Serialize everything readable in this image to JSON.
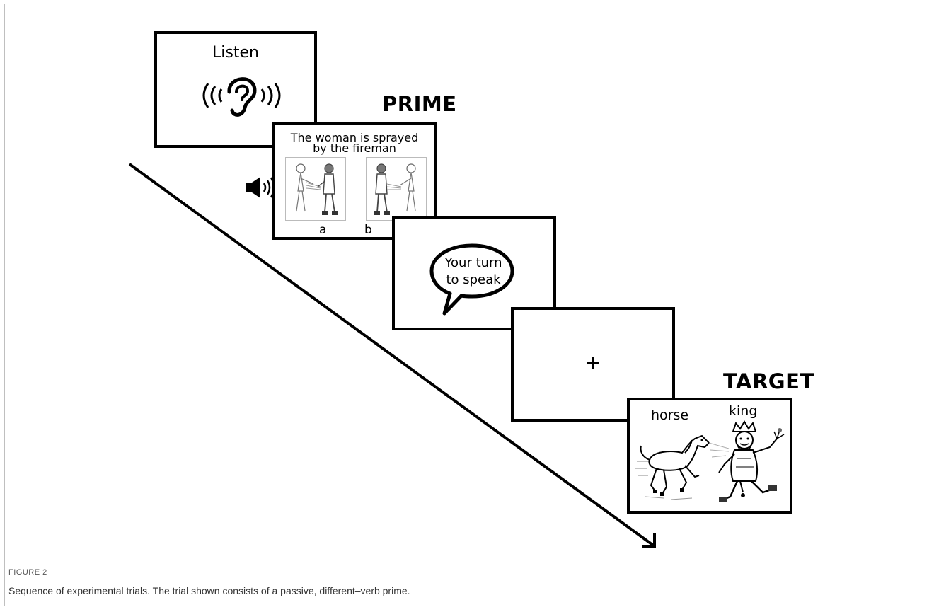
{
  "figure": {
    "label": "FIGURE 2",
    "caption": "Sequence of experimental trials. The trial shown consists of a passive, different–verb prime."
  },
  "listen_panel": {
    "text": "Listen",
    "icon": "ear-sound-icon"
  },
  "prime_panel": {
    "stage_label": "PRIME",
    "sentence_line1": "The woman is sprayed",
    "sentence_line2": "by the fireman",
    "option_a": "a",
    "option_b": "b",
    "icon": "speaker-icon"
  },
  "speak_panel": {
    "bubble_line1": "Your turn",
    "bubble_line2": "to speak"
  },
  "fixation_panel": {
    "symbol": "+"
  },
  "target_panel": {
    "stage_label": "TARGET",
    "word_left": "horse",
    "word_right": "king"
  }
}
